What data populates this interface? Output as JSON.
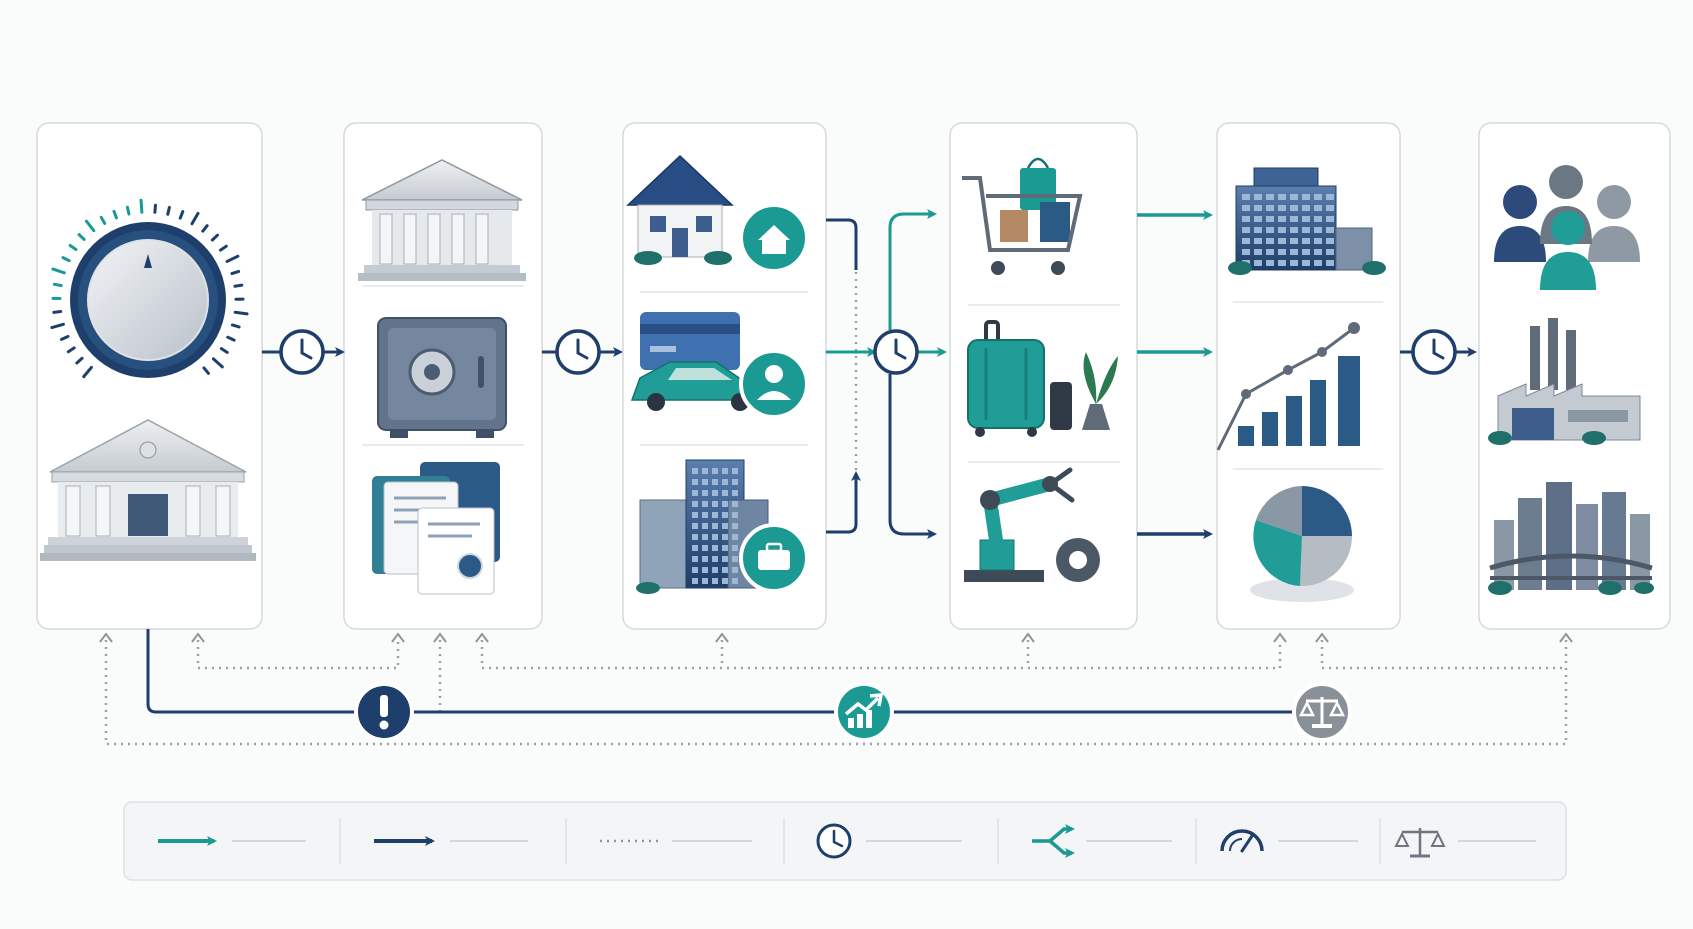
{
  "colors": {
    "navy": "#1e3f6c",
    "teal": "#1a9a93",
    "gray": "#8a9097",
    "panel_bg": "#ffffff",
    "panel_border": "#d5d9dd",
    "dotted": "#9aa0a6",
    "legend_bg": "#f4f5f6"
  },
  "panels": [
    {
      "id": "policy",
      "icons": [
        "dial-icon",
        "central-bank-icon"
      ]
    },
    {
      "id": "banking",
      "icons": [
        "bank-icon",
        "safe-icon",
        "documents-icon"
      ]
    },
    {
      "id": "credit",
      "icons": [
        "house-icon",
        "car-card-icon",
        "office-building-icon"
      ],
      "badges": [
        "home-badge-icon",
        "person-badge-icon",
        "briefcase-badge-icon"
      ]
    },
    {
      "id": "spending",
      "icons": [
        "shopping-cart-icon",
        "luggage-icon",
        "robot-arm-icon"
      ]
    },
    {
      "id": "business",
      "icons": [
        "corporate-tower-icon",
        "growth-chart-icon",
        "pie-chart-icon"
      ]
    },
    {
      "id": "economy",
      "icons": [
        "people-icon",
        "factory-icon",
        "city-skyline-icon"
      ]
    }
  ],
  "feedback_nodes": [
    {
      "icon": "alert-icon",
      "color": "#1e3f6c"
    },
    {
      "icon": "trend-up-icon",
      "color": "#1a9a93"
    },
    {
      "icon": "scales-icon",
      "color": "#8a9097"
    }
  ],
  "legend": [
    {
      "icon": "teal-arrow-icon"
    },
    {
      "icon": "navy-arrow-icon"
    },
    {
      "icon": "dotted-line-icon"
    },
    {
      "icon": "clock-icon"
    },
    {
      "icon": "split-arrow-icon"
    },
    {
      "icon": "gauge-icon"
    },
    {
      "icon": "scales-icon"
    }
  ]
}
